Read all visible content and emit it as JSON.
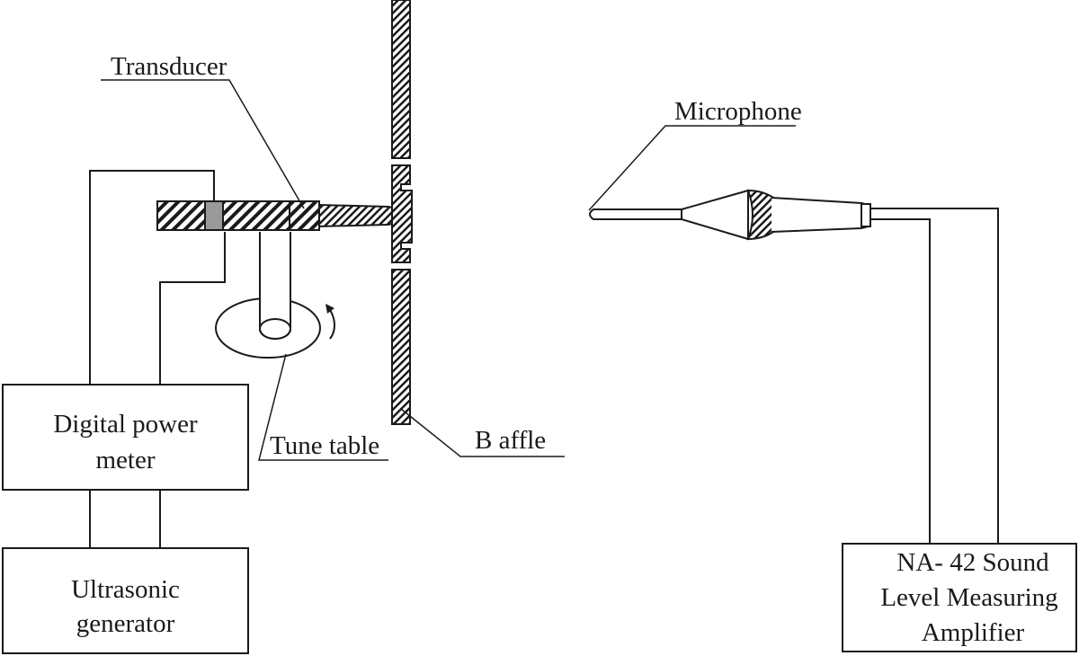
{
  "labels": {
    "transducer": "Transducer",
    "microphone": "Microphone",
    "tune_table": "Tune table",
    "baffle": "B affle",
    "power_meter_line1": "Digital power",
    "power_meter_line2": "meter",
    "generator_line1": "Ultrasonic",
    "generator_line2": "generator",
    "amplifier_line1": "NA- 42  Sound",
    "amplifier_line2": "Level Measuring",
    "amplifier_line3": "Amplifier"
  },
  "colors": {
    "stroke": "#1a1a1a",
    "background": "#ffffff",
    "hatch_fill": "#1a1a1a",
    "electrode_fill": "#9a9a9a"
  },
  "icons": {
    "rotation": "curved-arrow-icon"
  }
}
